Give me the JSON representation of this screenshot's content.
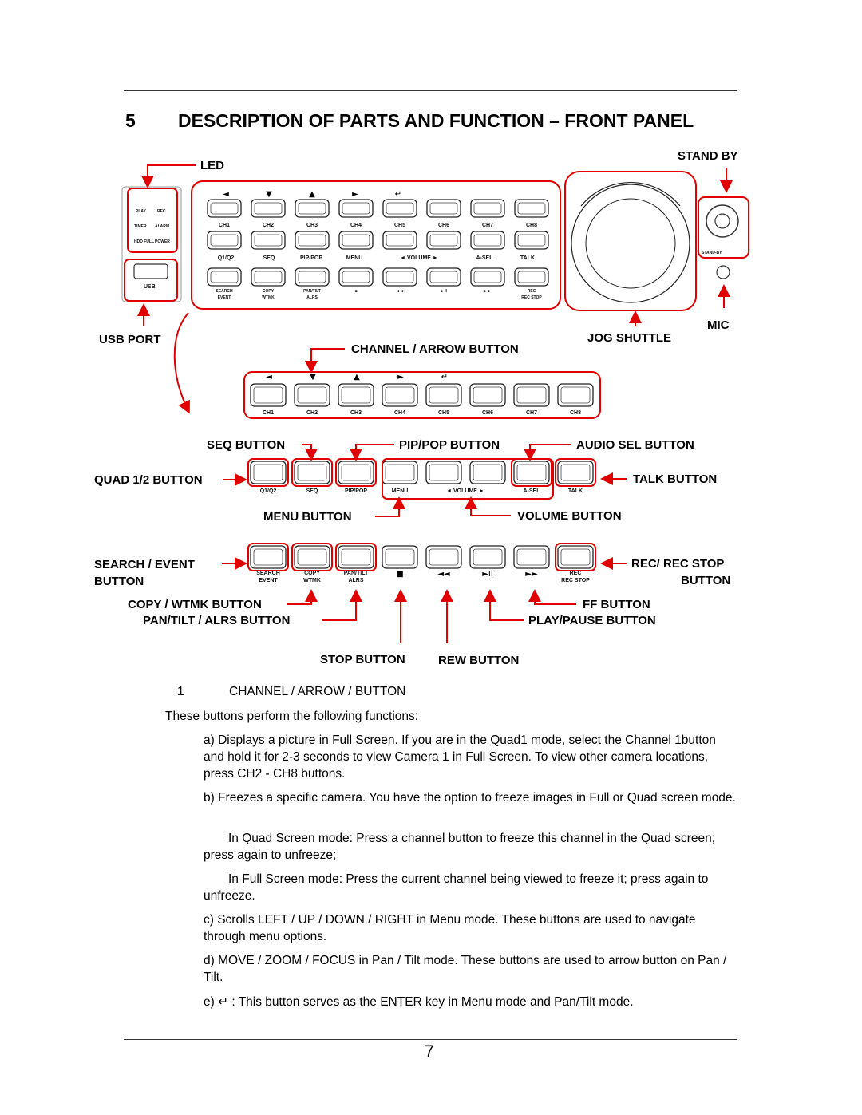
{
  "section": {
    "number": "5",
    "title": "DESCRIPTION OF PARTS AND FUNCTION – FRONT PANEL"
  },
  "callouts": {
    "led": "LED",
    "stand_by": "STAND BY",
    "usb_port": "USB PORT",
    "mic": "MIC",
    "jog_shuttle": "JOG SHUTTLE",
    "channel_arrow": "CHANNEL / ARROW BUTTON",
    "seq": "SEQ BUTTON",
    "pip_pop": "PIP/POP BUTTON",
    "audio_sel": "AUDIO SEL BUTTON",
    "quad": "QUAD 1/2 BUTTON",
    "talk": "TALK BUTTON",
    "menu": "MENU BUTTON",
    "volume": "VOLUME BUTTON",
    "search_event_1": "SEARCH / EVENT",
    "search_event_2": "BUTTON",
    "rec_stop_1": "REC/ REC STOP",
    "rec_stop_2": "BUTTON",
    "copy_wtmk": "COPY / WTMK BUTTON",
    "ff": "FF BUTTON",
    "pan_tilt": "PAN/TILT / ALRS BUTTON",
    "play_pause": "PLAY/PAUSE BUTTON",
    "stop": "STOP BUTTON",
    "rew": "REW BUTTON"
  },
  "panel": {
    "led_labels": [
      "PLAY",
      "REC",
      "TIMER",
      "ALARM",
      "HDD FULL",
      "POWER"
    ],
    "usb": "USB",
    "arrows": [
      "◄",
      "▼",
      "▲",
      "►",
      "↵"
    ],
    "channels": [
      "CH1",
      "CH2",
      "CH3",
      "CH4",
      "CH5",
      "CH6",
      "CH7",
      "CH8"
    ],
    "row2": [
      "Q1/Q2",
      "SEQ",
      "PIP/POP",
      "MENU",
      "◄ VOLUME ►",
      "A-SEL",
      "TALK"
    ],
    "row3_top": [
      "SEARCH",
      "COPY",
      "PAN/TILT",
      "■",
      "◄◄",
      "►II",
      "►►",
      "REC"
    ],
    "row3_bot": [
      "EVENT",
      "WTMK",
      "ALRS",
      "",
      "",
      "",
      "",
      "REC STOP"
    ],
    "standby": "STAND-BY"
  },
  "list_item": {
    "number": "1",
    "title": "CHANNEL / ARROW / BUTTON"
  },
  "intro": "These buttons perform the following functions:",
  "paragraphs": [
    {
      "id": "a",
      "text": "a)   Displays a picture in Full Screen. If you are in the Quad1 mode, select the Channel 1button and hold it for 2-3 seconds to view Camera 1 in Full Screen. To view other camera locations, press CH2 - CH8 buttons."
    },
    {
      "id": "b",
      "text": "b)   Freezes a specific camera.  You have the option to freeze images in Full or Quad screen mode."
    },
    {
      "id": "b1",
      "text": "In Quad Screen mode: Press a channel button to freeze this channel in the Quad screen; press again to unfreeze;"
    },
    {
      "id": "b2",
      "text": "In Full Screen mode: Press the current channel being viewed to freeze it; press again to unfreeze."
    },
    {
      "id": "c",
      "text": "c)   Scrolls LEFT / UP / DOWN / RIGHT in Menu mode.  These buttons are used to navigate through menu options."
    },
    {
      "id": "d",
      "text": "d)   MOVE / ZOOM / FOCUS in Pan / Tilt mode.  These buttons are used to arrow button on Pan / Tilt."
    },
    {
      "id": "e",
      "text": "e)   ↵ : This button serves as the ENTER key in Menu mode and Pan/Tilt mode."
    }
  ],
  "page_number": "7",
  "colors": {
    "callout": "#e00000",
    "ink": "#000000"
  }
}
